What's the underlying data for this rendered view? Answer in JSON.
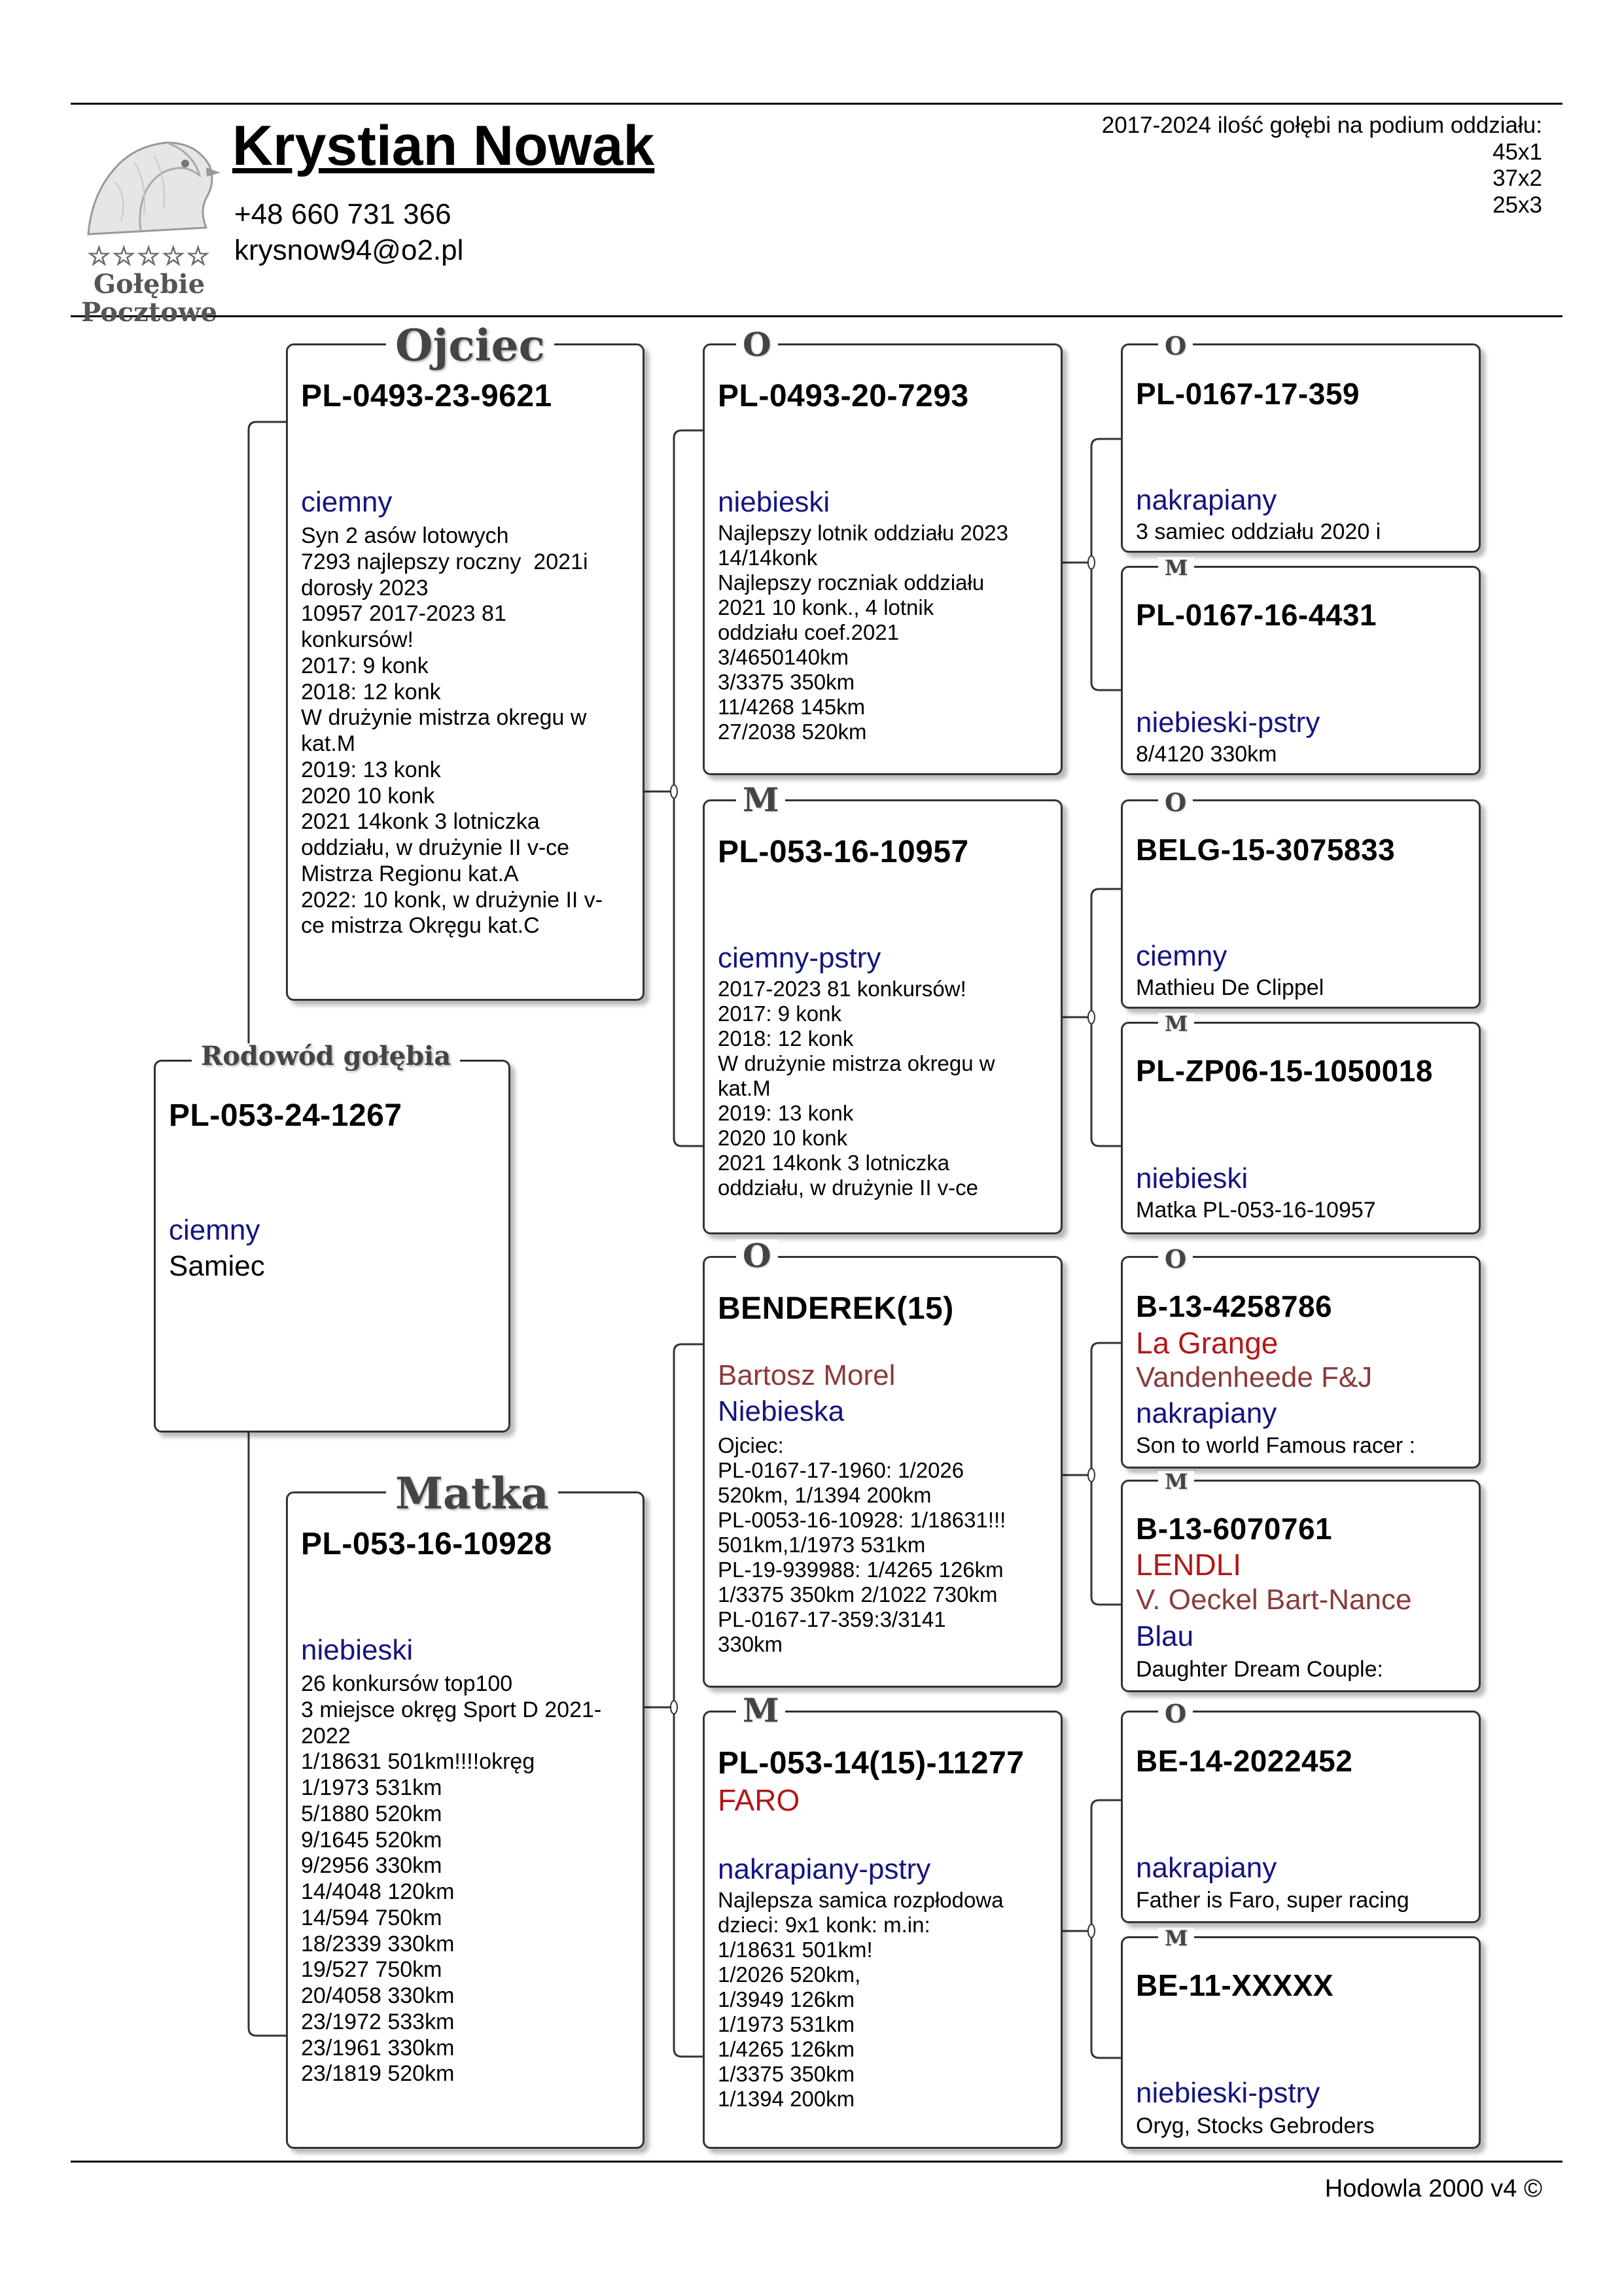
{
  "header": {
    "breeder_name": "Krystian Nowak",
    "phone": "+48 660 731 366",
    "email": "krysnow94@o2.pl",
    "logo_stars": "☆☆☆☆☆",
    "logo_line1": "Gołębie",
    "logo_line2": "Pocztowe",
    "podium_title": "2017-2024 ilość gołębi na podium oddziału:",
    "podium_lines": [
      "45x1",
      "37x2",
      "25x3"
    ]
  },
  "titles": {
    "pedigree": "Rodowód gołębia",
    "father": "Ojciec",
    "mother": "Matka",
    "o": "O",
    "m": "M"
  },
  "subject": {
    "ring": "PL-053-24-1267",
    "color": "ciemny",
    "sex": "Samiec"
  },
  "father": {
    "ring": "PL-0493-23-9621",
    "color": "ciemny",
    "notes": "Syn 2 asów lotowych\n7293 najlepszy roczny  2021i\ndorosły 2023\n10957 2017-2023 81\nkonkursów!\n2017: 9 konk\n2018: 12 konk\nW drużynie mistrza okregu w\nkat.M\n2019: 13 konk\n2020 10 konk\n2021 14konk 3 lotniczka\noddziału, w drużynie II v-ce\nMistrza Regionu kat.A\n2022: 10 konk, w drużynie II v-\nce mistrza Okręgu kat.C"
  },
  "mother": {
    "ring": "PL-053-16-10928",
    "color": "niebieski",
    "notes": "26 konkursów top100\n3 miejsce okręg Sport D 2021-\n2022\n1/18631 501km!!!!okręg\n1/1973 531km\n5/1880 520km\n9/1645 520km\n9/2956 330km\n14/4048 120km\n14/594 750km\n18/2339 330km\n19/527 750km\n20/4058 330km\n23/1972 533km\n23/1961 330km\n23/1819 520km"
  },
  "ff": {
    "ring": "PL-0493-20-7293",
    "color": "niebieski",
    "notes": "Najlepszy lotnik oddziału 2023\n14/14konk\nNajlepszy roczniak oddziału\n2021 10 konk., 4 lotnik\noddziału coef.2021\n3/4650140km\n3/3375 350km\n11/4268 145km\n27/2038 520km"
  },
  "fm": {
    "ring": "PL-053-16-10957",
    "color": "ciemny-pstry",
    "notes": "2017-2023 81 konkursów!\n2017: 9 konk\n2018: 12 konk\nW drużynie mistrza okregu w\nkat.M\n2019: 13 konk\n2020 10 konk\n2021 14konk 3 lotniczka\noddziału, w drużynie II v-ce"
  },
  "mf": {
    "ring": "BENDEREK(15)",
    "breeder": "Bartosz Morel",
    "color": "Niebieska",
    "notes": "Ojciec:\nPL-0167-17-1960: 1/2026\n520km, 1/1394 200km\nPL-0053-16-10928: 1/18631!!!\n501km,1/1973 531km\nPL-19-939988: 1/4265 126km\n1/3375 350km 2/1022 730km\nPL-0167-17-359:3/3141\n330km"
  },
  "mm": {
    "ring": "PL-053-14(15)-11277",
    "name": "FARO",
    "color": "nakrapiany-pstry",
    "notes": "Najlepsza samica rozpłodowa\ndzieci: 9x1 konk: m.in:\n1/18631 501km!\n1/2026 520km,\n1/3949 126km\n1/1973 531km\n1/4265 126km\n1/3375 350km\n1/1394 200km"
  },
  "fff": {
    "ring": "PL-0167-17-359",
    "color": "nakrapiany",
    "note": "3 samiec oddziału 2020 i"
  },
  "ffm": {
    "ring": "PL-0167-16-4431",
    "color": "niebieski-pstry",
    "note": "8/4120 330km"
  },
  "fmf": {
    "ring": "BELG-15-3075833",
    "color": "ciemny",
    "note": "Mathieu De Clippel"
  },
  "fmm": {
    "ring": "PL-ZP06-15-1050018",
    "color": "niebieski",
    "note": "Matka PL-053-16-10957"
  },
  "mff": {
    "ring": "B-13-4258786",
    "name": "La Grange",
    "breeder": "Vandenheede F&J",
    "color": "nakrapiany",
    "note": "Son to world Famous racer :"
  },
  "mfm": {
    "ring": "B-13-6070761",
    "name": "LENDLI",
    "breeder": "V. Oeckel Bart-Nance",
    "color": "Blau",
    "note": "Daughter Dream Couple:"
  },
  "mmf": {
    "ring": "BE-14-2022452",
    "color": "nakrapiany",
    "note": "Father is Faro, super racing"
  },
  "mmm": {
    "ring": "BE-11-XXXXX",
    "color": "niebieski-pstry",
    "note": "Oryg, Stocks Gebroders"
  },
  "footer": "Hodowla 2000 v4 ©"
}
